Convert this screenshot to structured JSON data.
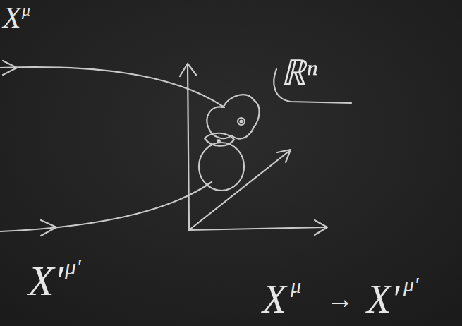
{
  "diagram": {
    "labels": [
      "X",
      "μ",
      "ℝⁿ",
      "X′",
      "μ′",
      "X",
      "μ",
      "→",
      "X′",
      "μ′"
    ]
  }
}
